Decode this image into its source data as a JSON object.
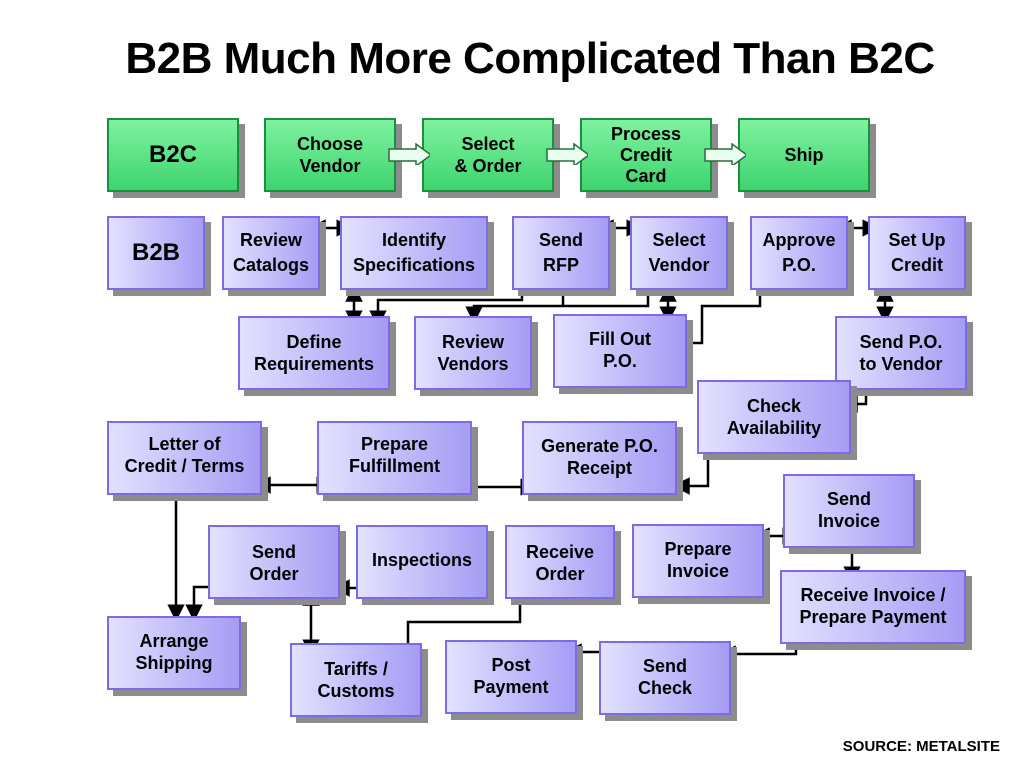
{
  "slide": {
    "title": "B2B Much More Complicated Than B2C",
    "source": "SOURCE: METALSITE"
  },
  "b2c": {
    "label": "B2C",
    "steps": {
      "choose_vendor": "Choose\nVendor",
      "select_order": "Select\n& Order",
      "process_credit_card": "Process\nCredit\nCard",
      "ship": "Ship"
    }
  },
  "b2b": {
    "label": "B2B",
    "steps": {
      "review_catalogs": "Review\nCatalogs",
      "identify_specifications": "Identify\nSpecifications",
      "send_rfp": "Send\nRFP",
      "select_vendor": "Select\nVendor",
      "approve_po": "Approve\nP.O.",
      "set_up_credit": "Set Up\nCredit",
      "define_requirements": "Define\nRequirements",
      "review_vendors": "Review\nVendors",
      "fill_out_po": "Fill Out\nP.O.",
      "send_po_to_vendor": "Send P.O.\nto Vendor",
      "check_availability": "Check\nAvailability",
      "letter_of_credit": "Letter of\nCredit / Terms",
      "prepare_fulfillment": "Prepare\nFulfillment",
      "generate_po_receipt": "Generate P.O.\nReceipt",
      "send_invoice": "Send\nInvoice",
      "send_order": "Send\nOrder",
      "inspections": "Inspections",
      "receive_order": "Receive\nOrder",
      "prepare_invoice": "Prepare\nInvoice",
      "receive_invoice": "Receive Invoice /\nPrepare Payment",
      "arrange_shipping": "Arrange\nShipping",
      "tariffs_customs": "Tariffs /\nCustoms",
      "post_payment": "Post\nPayment",
      "send_check": "Send\nCheck"
    }
  },
  "colors": {
    "b2c_fill": "#4fe07f",
    "b2c_border": "#17923f",
    "b2b_fill": "#b4acf6",
    "b2b_border": "#7f6ae6",
    "shadow": "#8c8c8c",
    "connector": "#000000"
  }
}
